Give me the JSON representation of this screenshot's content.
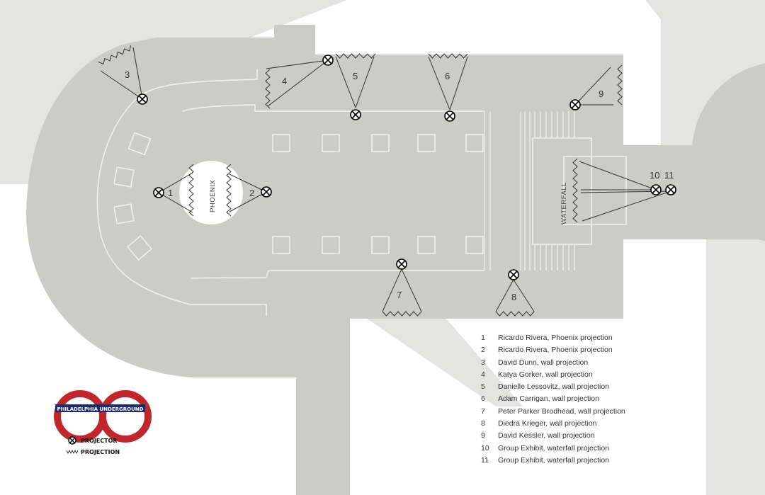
{
  "map": {
    "room_labels": {
      "phoenix": "PHOENIX",
      "waterfall": "WATERFALL"
    },
    "projector_labels": [
      "1",
      "2",
      "3",
      "4",
      "5",
      "6",
      "7",
      "8",
      "9",
      "10",
      "11"
    ]
  },
  "logo": {
    "text": "PHILADELPHIA UNDERGROUND",
    "ring_color": "#c0272d",
    "band_color": "#1f2a6b"
  },
  "key": {
    "projector": "PROJECTOR",
    "projection": "PROJECTION"
  },
  "legend": [
    {
      "num": "1",
      "text": "Ricardo Rivera, Phoenix projection"
    },
    {
      "num": "2",
      "text": "Ricardo Rivera, Phoenix projection"
    },
    {
      "num": "3",
      "text": "David Dunn, wall projection"
    },
    {
      "num": "4",
      "text": "Katya Gorker, wall projection"
    },
    {
      "num": "5",
      "text": "Danielle Lessovitz, wall projection"
    },
    {
      "num": "6",
      "text": "Adam Carrigan, wall projection"
    },
    {
      "num": "7",
      "text": "Peter Parker Brodhead, wall projection"
    },
    {
      "num": "8",
      "text": "Diedra Krieger, wall projection"
    },
    {
      "num": "9",
      "text": "David Kessler, wall projection"
    },
    {
      "num": "10",
      "text": "Group Exhibit, waterfall projection"
    },
    {
      "num": "11",
      "text": "Group Exhibit, waterfall projection"
    }
  ],
  "colors": {
    "floor": "#cbcbc7",
    "outside": "#e4e4e2",
    "lines": "#f2f2f0"
  }
}
